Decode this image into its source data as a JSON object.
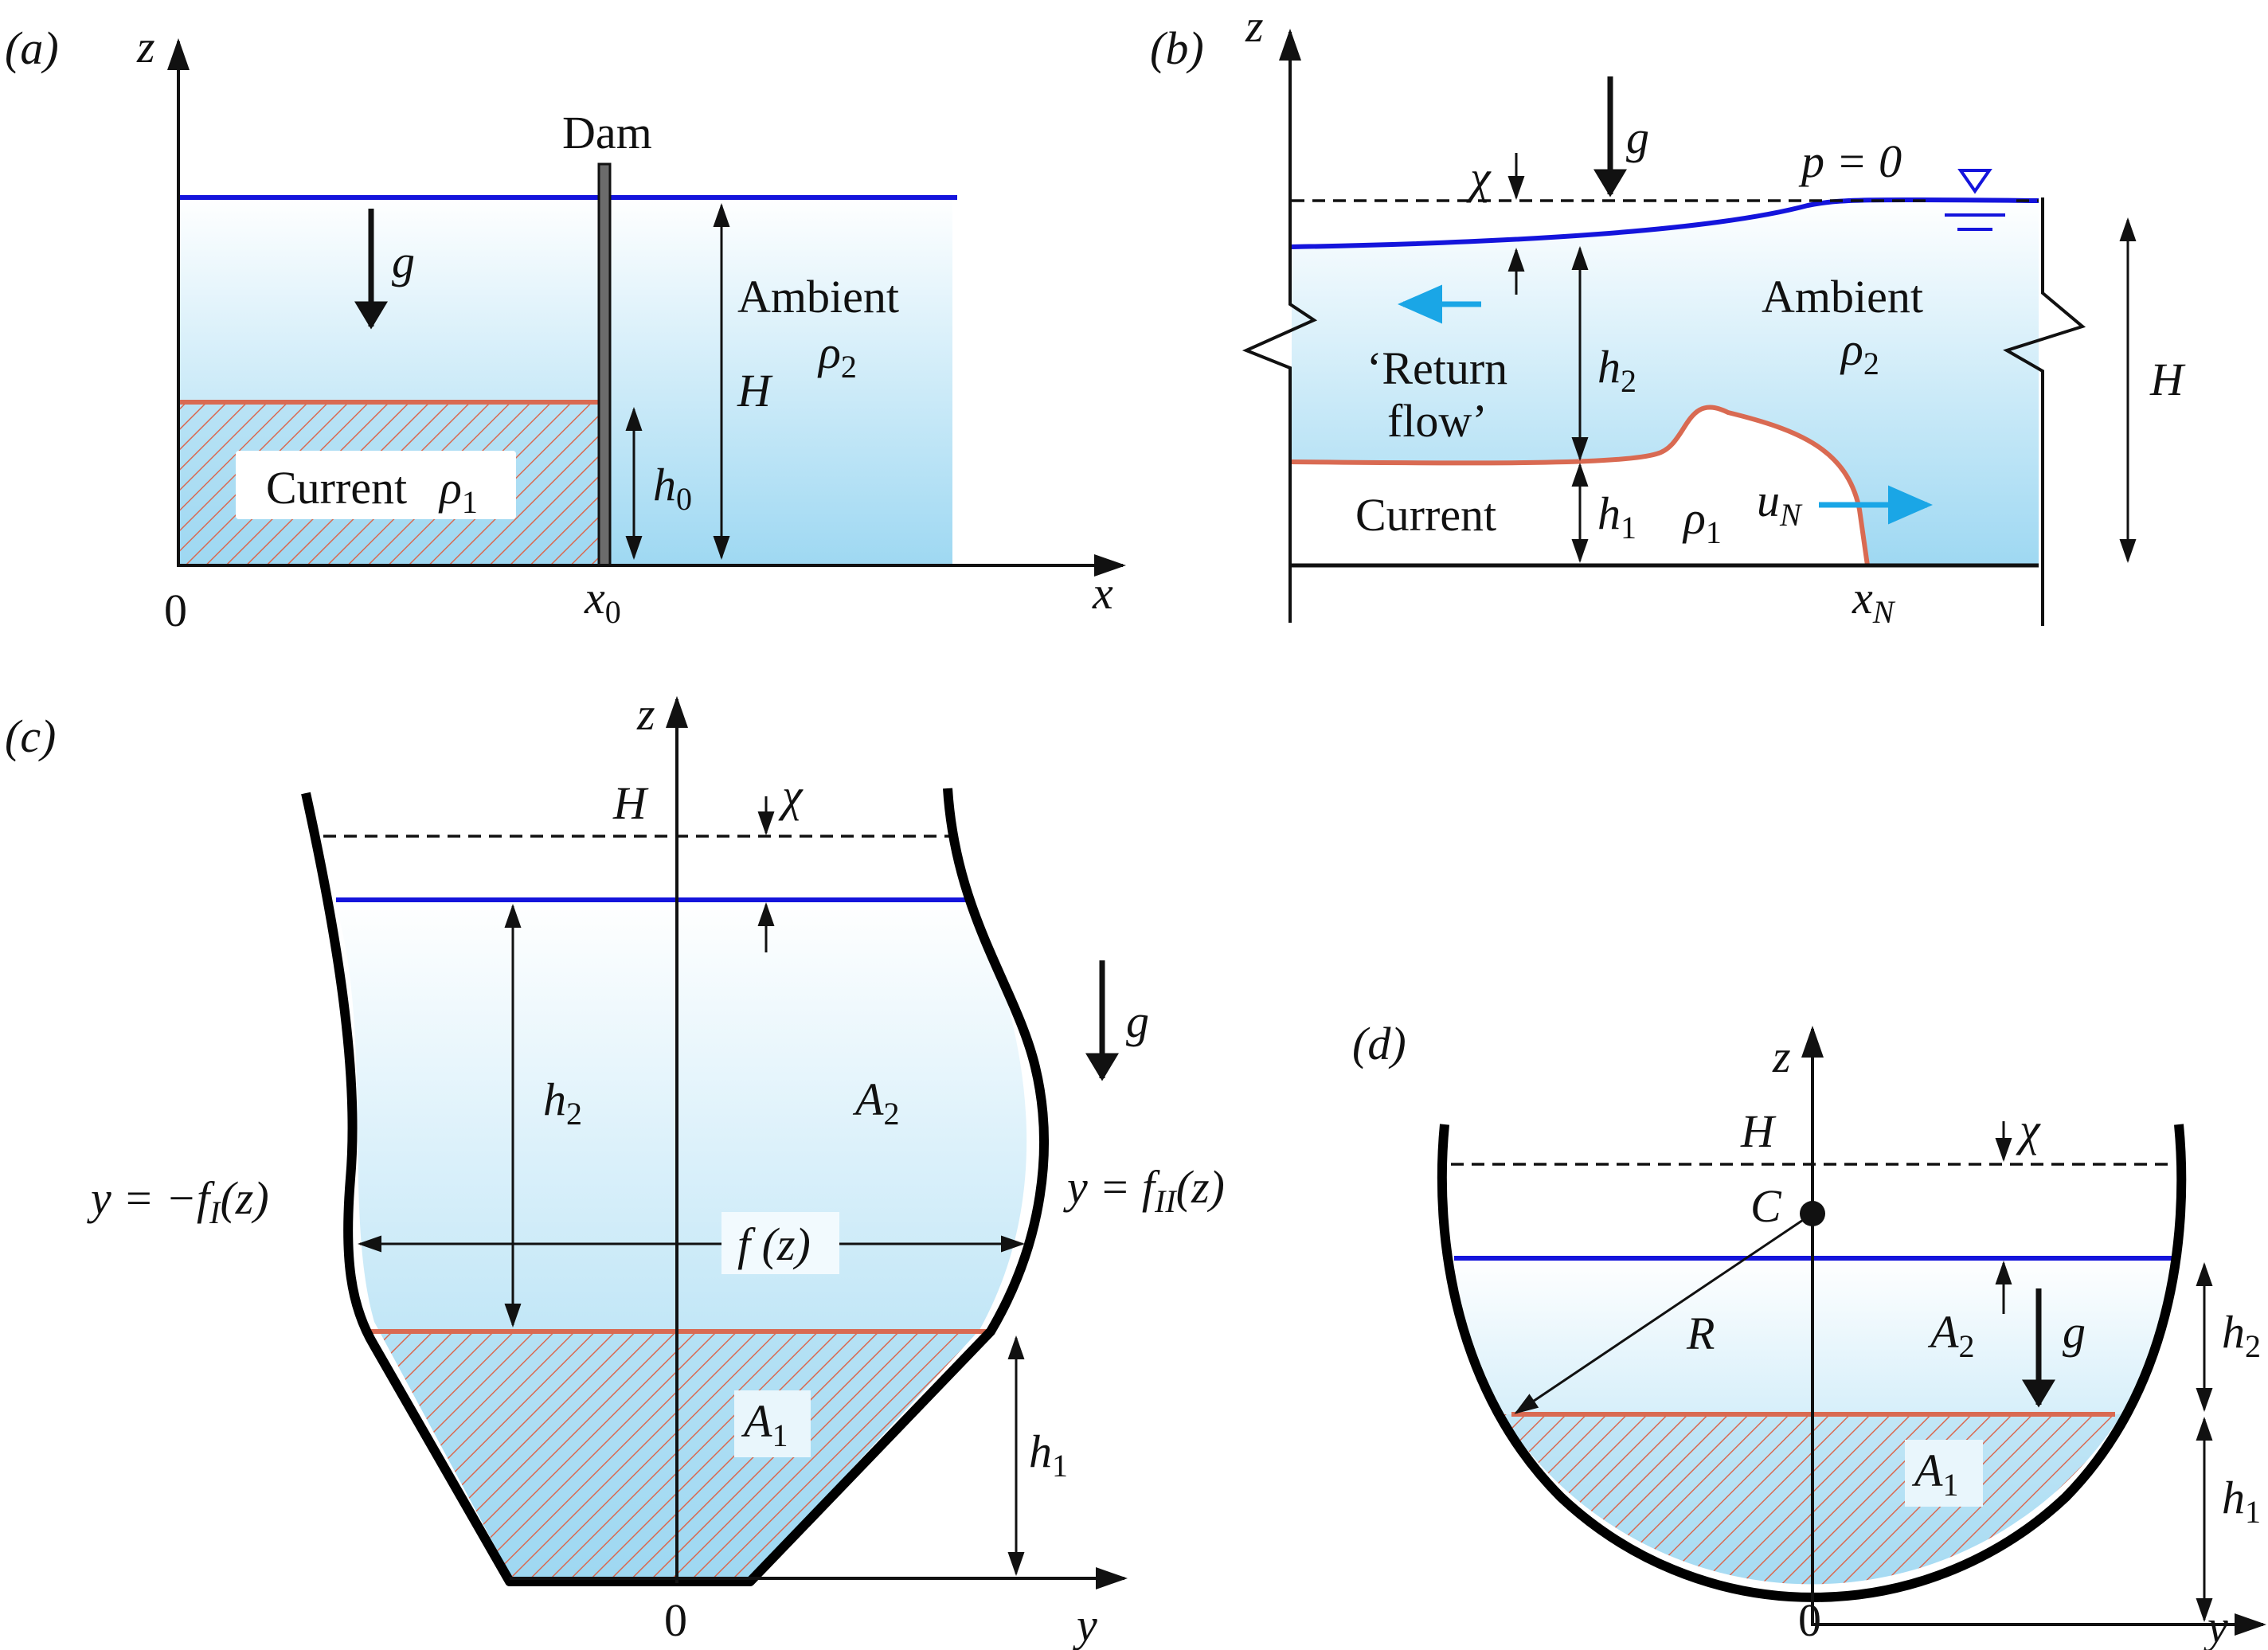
{
  "colors": {
    "free_surface": "#1414dc",
    "interface": "#d96a52",
    "ambient_fill_top": "#ffffff",
    "ambient_fill_bottom": "#9ed8f2",
    "return_flow_arrow": "#1aa6e6"
  },
  "panel_a": {
    "label": "(a)",
    "dam": "Dam",
    "g": "g",
    "ambient": "Ambient",
    "rho2": "ρ",
    "rho2_sub": "2",
    "H": "H",
    "current": "Current",
    "rho1": "ρ",
    "rho1_sub": "1",
    "h0": "h",
    "h0_sub": "0",
    "origin": "0",
    "x0": "x",
    "x0_sub": "0",
    "x_axis": "x",
    "z_axis": "z"
  },
  "panel_b": {
    "label": "(b)",
    "z_axis": "z",
    "chi": "χ",
    "g": "g",
    "p0": "p = 0",
    "return_flow_1": "‘Return",
    "return_flow_2": "flow’",
    "h2": "h",
    "h2_sub": "2",
    "ambient": "Ambient",
    "rho2": "ρ",
    "rho2_sub": "2",
    "H": "H",
    "current": "Current",
    "h1": "h",
    "h1_sub": "1",
    "rho1": "ρ",
    "rho1_sub": "1",
    "uN": "u",
    "uN_sub": "N",
    "xN": "x",
    "xN_sub": "N"
  },
  "panel_c": {
    "label": "(c)",
    "z_axis": "z",
    "H": "H",
    "chi": "χ",
    "g": "g",
    "h2": "h",
    "h2_sub": "2",
    "A2": "A",
    "A2_sub": "2",
    "left_wall": "y = −f",
    "left_wall_sub": "I",
    "left_wall_end": "(z)",
    "right_wall": "y = f",
    "right_wall_sub": "II",
    "right_wall_end": "(z)",
    "width": "f (z)",
    "A1": "A",
    "A1_sub": "1",
    "h1": "h",
    "h1_sub": "1",
    "origin": "0",
    "y_axis": "y"
  },
  "panel_d": {
    "label": "(d)",
    "z_axis": "z",
    "H": "H",
    "chi": "χ",
    "C": "C",
    "R": "R",
    "A2": "A",
    "A2_sub": "2",
    "g": "g",
    "h2": "h",
    "h2_sub": "2",
    "A1": "A",
    "A1_sub": "1",
    "h1": "h",
    "h1_sub": "1",
    "origin": "0",
    "y_axis": "y"
  }
}
